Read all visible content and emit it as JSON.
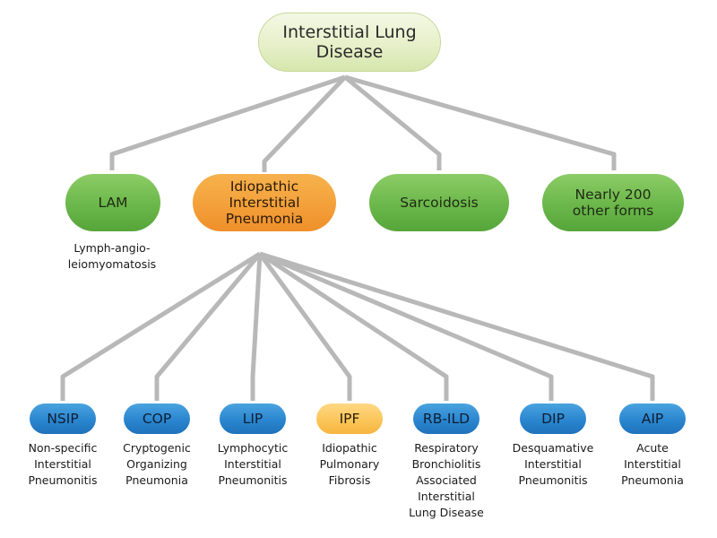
{
  "root": {
    "label": "Interstitial Lung\nDisease"
  },
  "level1": [
    {
      "label": "LAM",
      "color": "green"
    },
    {
      "label": "Idiopathic\nInterstitial\nPneumonia",
      "color": "orange"
    },
    {
      "label": "Sarcoidosis",
      "color": "green"
    },
    {
      "label": "Nearly 200\nother forms",
      "color": "green"
    }
  ],
  "lam_description": "Lymph-angio-\nleiomyomatosis",
  "level2": [
    {
      "abbr": "NSIP",
      "color": "blue",
      "description": "Non-specific\nInterstitial\nPneumonitis"
    },
    {
      "abbr": "COP",
      "color": "blue",
      "description": "Cryptogenic\nOrganizing\nPneumonia"
    },
    {
      "abbr": "LIP",
      "color": "blue",
      "description": "Lymphocytic\nInterstitial\nPneumonitis"
    },
    {
      "abbr": "IPF",
      "color": "yellow",
      "description": "Idiopathic\nPulmonary\nFibrosis"
    },
    {
      "abbr": "RB-ILD",
      "color": "blue",
      "description": "Respiratory\nBronchiolitis\nAssociated\nInterstitial\nLung Disease"
    },
    {
      "abbr": "DIP",
      "color": "blue",
      "description": "Desquamative\nInterstitial\nPneumonitis"
    },
    {
      "abbr": "AIP",
      "color": "blue",
      "description": "Acute\nInterstitial\nPneumonia"
    }
  ],
  "colors": {
    "connector": "#b8b8b8",
    "root_fill": "#e6f0c9",
    "green": "#6bb74a",
    "orange": "#f4a23c",
    "blue": "#2a86cf",
    "yellow": "#fbc65a"
  }
}
